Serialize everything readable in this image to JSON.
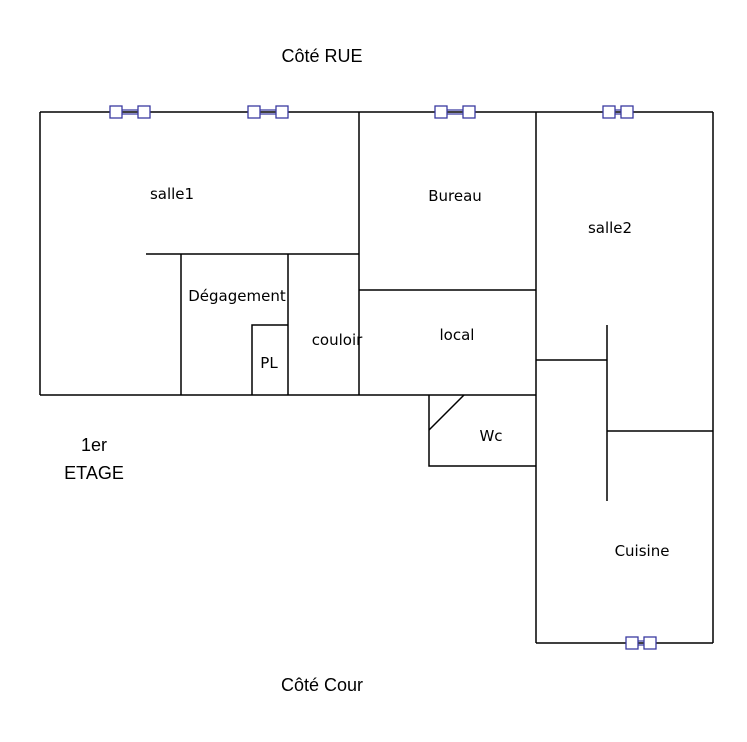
{
  "plan": {
    "top_side_label": "Côté RUE",
    "bottom_side_label": "Côté Cour",
    "floor_label_line1": "1er",
    "floor_label_line2": "ETAGE",
    "rooms": {
      "salle1": "salle1",
      "bureau": "Bureau",
      "salle2": "salle2",
      "degagement": "Dégagement",
      "couloir": "couloir",
      "local": "local",
      "pl": "PL",
      "wc": "Wc",
      "cuisine": "Cuisine"
    },
    "colors": {
      "wall": "#000000",
      "window": "#3a3aa0",
      "background": "#ffffff"
    },
    "icons": {
      "window": "window-icon"
    }
  }
}
